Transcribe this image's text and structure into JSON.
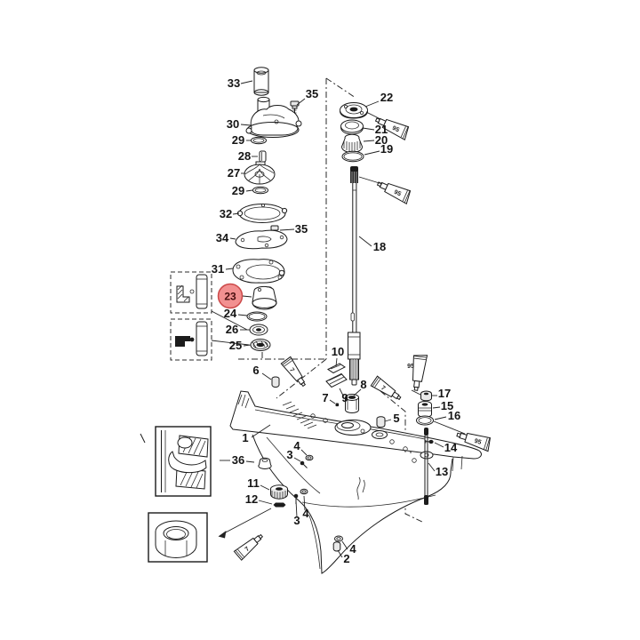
{
  "figure": {
    "kind": "exploded-parts-diagram",
    "subject": "Gearcase driveshaft and water pump exploded view",
    "highlighted_callout": "23",
    "colors": {
      "background": "#ffffff",
      "line_art": "#1a1a1a",
      "highlight_fill": "#f29090",
      "highlight_stroke": "#cc4a4a",
      "highlight_text": "#4a1010"
    }
  },
  "labels": {
    "n1": "1",
    "n2": "2",
    "n3": "3",
    "n4": "4",
    "n5": "5",
    "n6": "6",
    "n7": "7",
    "n8": "8",
    "n9": "9",
    "n10": "10",
    "n11": "11",
    "n12": "12",
    "n13": "13",
    "n14": "14",
    "n15": "15",
    "n16": "16",
    "n17": "17",
    "n18": "18",
    "n19": "19",
    "n20": "20",
    "n21": "21",
    "n22": "22",
    "n23": "23",
    "n24": "24",
    "n25": "25",
    "n26": "26",
    "n27": "27",
    "n28": "28",
    "n29": "29",
    "n30": "30",
    "n31": "31",
    "n32": "32",
    "n33": "33",
    "n34": "34",
    "n35": "35",
    "n36": "36"
  },
  "tubes": {
    "lubricant": "95",
    "sealant": "7"
  }
}
